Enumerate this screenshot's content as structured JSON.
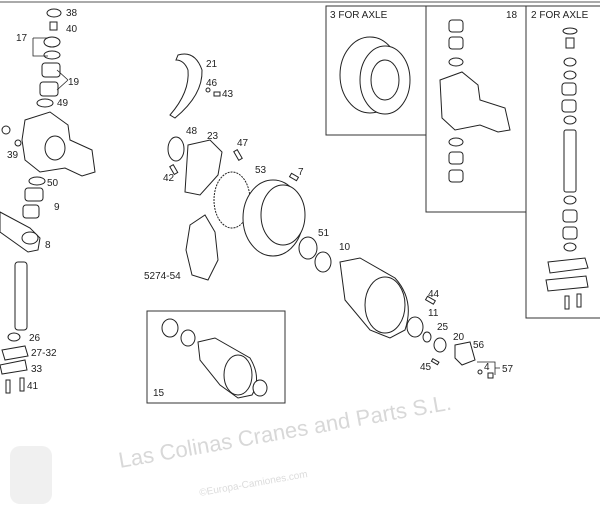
{
  "diagram": {
    "panels": {
      "axle3": "3 FOR AXLE",
      "knuckle18": "18",
      "axle2": "2 FOR AXLE",
      "hub15": "15"
    },
    "labels": {
      "l38": "38",
      "l40": "40",
      "l17": "17",
      "l19": "19",
      "l49": "49",
      "l39": "39",
      "l50": "50",
      "l9": "9",
      "l8": "8",
      "l26": "26",
      "l27_32": "27-32",
      "l33": "33",
      "l41": "41",
      "l21": "21",
      "l46": "46",
      "l43": "43",
      "l48": "48",
      "l23": "23",
      "l47": "47",
      "l42": "42",
      "l53": "53",
      "l7": "7",
      "l5274_54": "5274-54",
      "l51": "51",
      "l10": "10",
      "l44": "44",
      "l11": "11",
      "l25": "25",
      "l20": "20",
      "l56": "56",
      "l4": "4",
      "l57": "57",
      "l45": "45"
    },
    "watermark": {
      "main": "Las Colinas Cranes and Parts S.L.",
      "sub": "©Europa-Camiones.com"
    }
  }
}
